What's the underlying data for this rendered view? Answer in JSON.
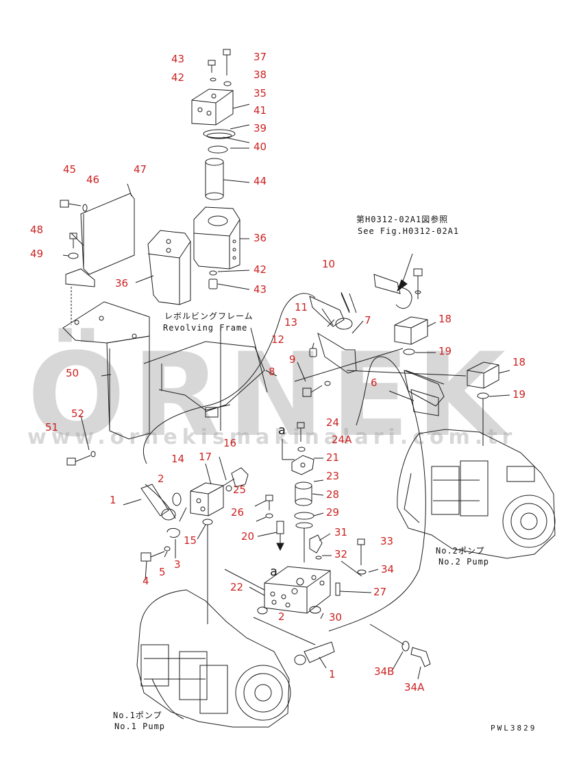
{
  "colors": {
    "callout": "#cc1f1f",
    "line": "#1a1a1a",
    "watermark": "#a0a0a0"
  },
  "watermark": {
    "brand": "ÖRNEK",
    "url": "www.ornekismakinalari.com.tr"
  },
  "notes": {
    "ref_jp": "第H0312-02A1図参照",
    "ref_en": "See Fig.H0312-02A1",
    "frame_jp": "レボルビングフレーム",
    "frame_en": "Revolving Frame",
    "pump2_jp": "No.2ポンプ",
    "pump2_en": "No.2 Pump",
    "pump1_jp": "No.1ポンプ",
    "pump1_en": "No.1 Pump",
    "code": "PWL3829",
    "arrow_a_top": "a",
    "arrow_a_bottom": "a"
  },
  "callouts": {
    "c43a": "43",
    "c37": "37",
    "c42a": "42",
    "c38": "38",
    "c35": "35",
    "c41": "41",
    "c39": "39",
    "c40": "40",
    "c44": "44",
    "c45": "45",
    "c46": "46",
    "c47": "47",
    "c48": "48",
    "c49": "49",
    "c36a": "36",
    "c36b": "36",
    "c42b": "42",
    "c43b": "43",
    "c10": "10",
    "c11": "11",
    "c13": "13",
    "c7": "7",
    "c12": "12",
    "c9": "9",
    "c8": "8",
    "c18a": "18",
    "c19a": "19",
    "c18b": "18",
    "c19b": "19",
    "c6": "6",
    "c50": "50",
    "c52": "52",
    "c51": "51",
    "c24": "24",
    "c24A": "24A",
    "c21": "21",
    "c16": "16",
    "c14": "14",
    "c17": "17",
    "c25": "25",
    "c23": "23",
    "c2a": "2",
    "c1a": "1",
    "c28": "28",
    "c26": "26",
    "c29": "29",
    "c20": "20",
    "c31": "31",
    "c15": "15",
    "c32": "32",
    "c33": "33",
    "c3": "3",
    "c5": "5",
    "c4": "4",
    "c34": "34",
    "c27": "27",
    "c22": "22",
    "c2b": "2",
    "c30": "30",
    "c34B": "34B",
    "c1b": "1",
    "c34A": "34A"
  }
}
